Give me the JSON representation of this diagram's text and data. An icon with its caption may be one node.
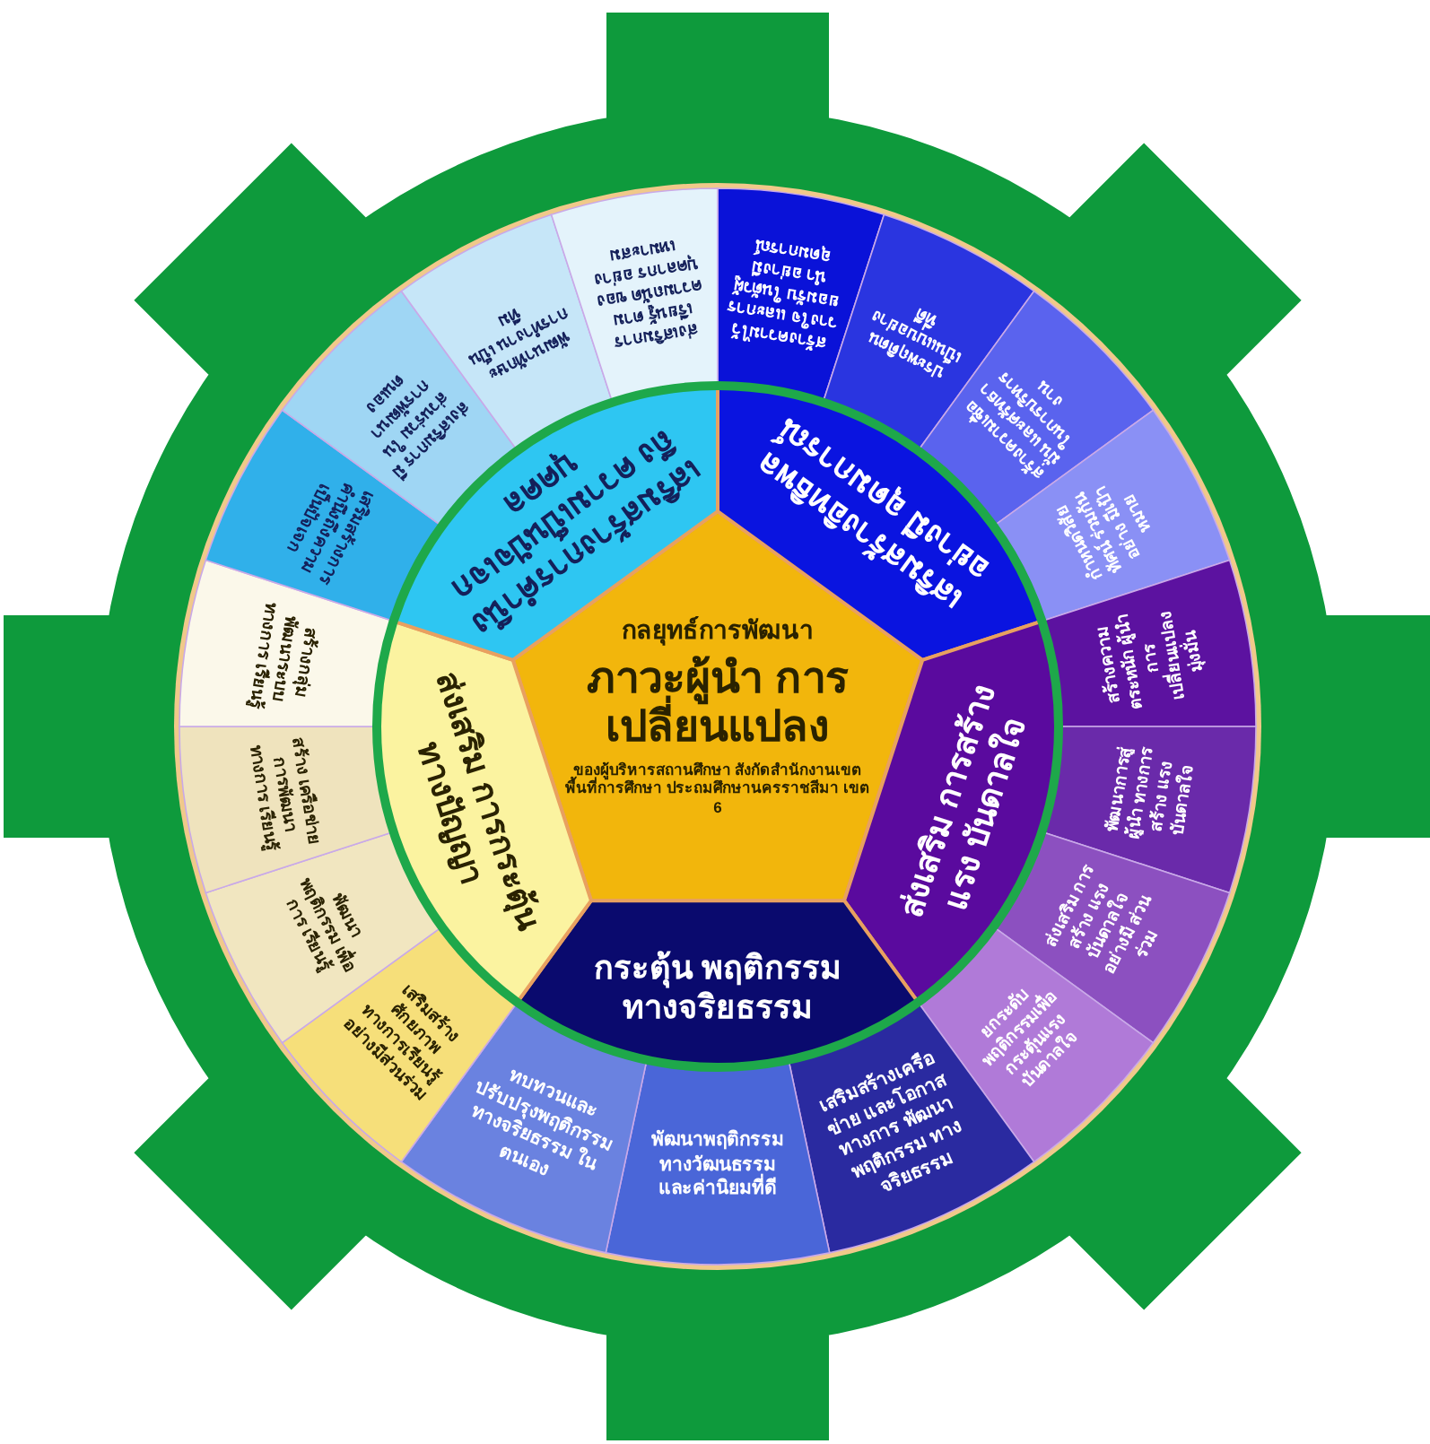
{
  "diagram": {
    "nodes": [
      {
        "text": [
          "กลยุทธ์การพัฒนา",
          "ภาวะผู้นำ การเปลี่ยนแปลง",
          "ของผู้บริหารสถานศึกษา สังกัดสำนักงานเขตพื้นที่การศึกษา ประถมศึกษานครราชสีมา เขต 6"
        ]
      },
      {
        "text": [
          "เสริมสร้างอิทธิพล อย่างมี อุดมการณ์"
        ]
      },
      {
        "text": [
          "ส่งเสริม การสร้างแรง บันดาลใจ"
        ]
      },
      {
        "text": [
          "กระตุ้น พฤติกรรม ทางจริยธรรม"
        ]
      },
      {
        "text": [
          "ส่งเสริม การกระตุ้น ทางปัญญา"
        ]
      },
      {
        "text": [
          "เสริมสร้างการคำนึงถึง ความเป็นปัจเจก บุคคล"
        ]
      },
      {
        "text": [
          "สร้างความไว้วางใจ และการยอมรับ ในตัวผู้นำ อย่างมีอุดมการณ์"
        ]
      },
      {
        "text": [
          "ประพฤติตน เป็นแบบอย่าง ที่ดี"
        ]
      },
      {
        "text": [
          "สร้างความเชื่อมั่น และศรัทธา ในการบริหาร งาน"
        ]
      },
      {
        "text": [
          "กำหนดวิสัยทัศน์ ร่วมกัน อย่าง มีเป้าหมาย"
        ]
      },
      {
        "text": [
          "สร้างความ ตระหนัก ผู้นำการเปลี่ยนแปลง มุ่งมั่น"
        ]
      },
      {
        "text": [
          "พัฒนาการสู่ผู้นำ ทางการสร้าง แรงบันดาลใจ"
        ]
      },
      {
        "text": [
          "ส่งเสริม การสร้าง แรงบันดาลใจ อย่างมี ส่วนร่วม"
        ]
      },
      {
        "text": [
          "ยกระดับ พฤติกรรมเพื่อ กระตุ้นแรง บันดาลใจ"
        ]
      },
      {
        "text": [
          "เสริมสร้างเครือข่าย และโอกาสทางการ พัฒนาพฤติกรรม ทางจริยธรรม"
        ]
      },
      {
        "text": [
          "พัฒนาพฤติกรรม ทางวัฒนธรรม และค่านิยมที่ดี"
        ]
      },
      {
        "text": [
          "ทบทวนและ ปรับปรุงพฤติกรรม ทางจริยธรรม ในตนเอง"
        ]
      },
      {
        "text": [
          "เสริมสร้าง ศักยภาพ ทางการเรียนรู้ อย่างมีส่วนร่วม"
        ]
      },
      {
        "text": [
          "พัฒนา พฤติกรรม เพื่อการ เรียนรู้"
        ]
      },
      {
        "text": [
          "สร้าง เครือข่าย การพัฒนา ทางการ เรียนรู้"
        ]
      },
      {
        "text": [
          "สร้างกลุ่ม พัฒนาระบบ ทางการ เรียนรู้"
        ]
      },
      {
        "text": [
          "เสริมสร้างการ คำนึงถึงความ เป็นปัจเจก"
        ]
      },
      {
        "text": [
          "ส่งเสริมการ มีส่วนร่วม ในการพัฒนา ตนเอง"
        ]
      },
      {
        "text": [
          "พัฒนาทักษะ การทำงาน เป็นทีม"
        ]
      },
      {
        "text": [
          "ส่งเสริมการเรียนรู้ ตามความถนัด ของบุคลากร อย่างเหมาะสม"
        ]
      }
    ]
  }
}
